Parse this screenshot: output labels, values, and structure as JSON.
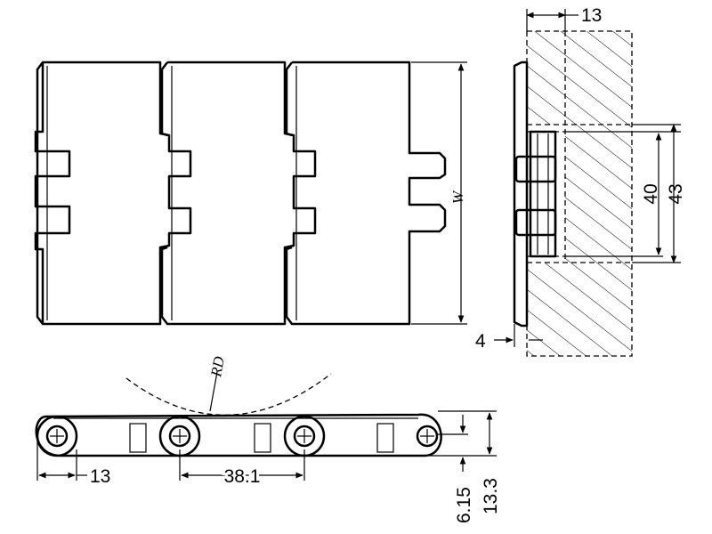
{
  "labels": {
    "width": "W",
    "radius": "RD"
  },
  "dimensions": {
    "top_13": "13",
    "side_40": "40",
    "side_43": "43",
    "side_4": "4",
    "bottom_13": "13",
    "pitch": "38.1",
    "height_615": "6.15",
    "height_133": "13.3"
  }
}
